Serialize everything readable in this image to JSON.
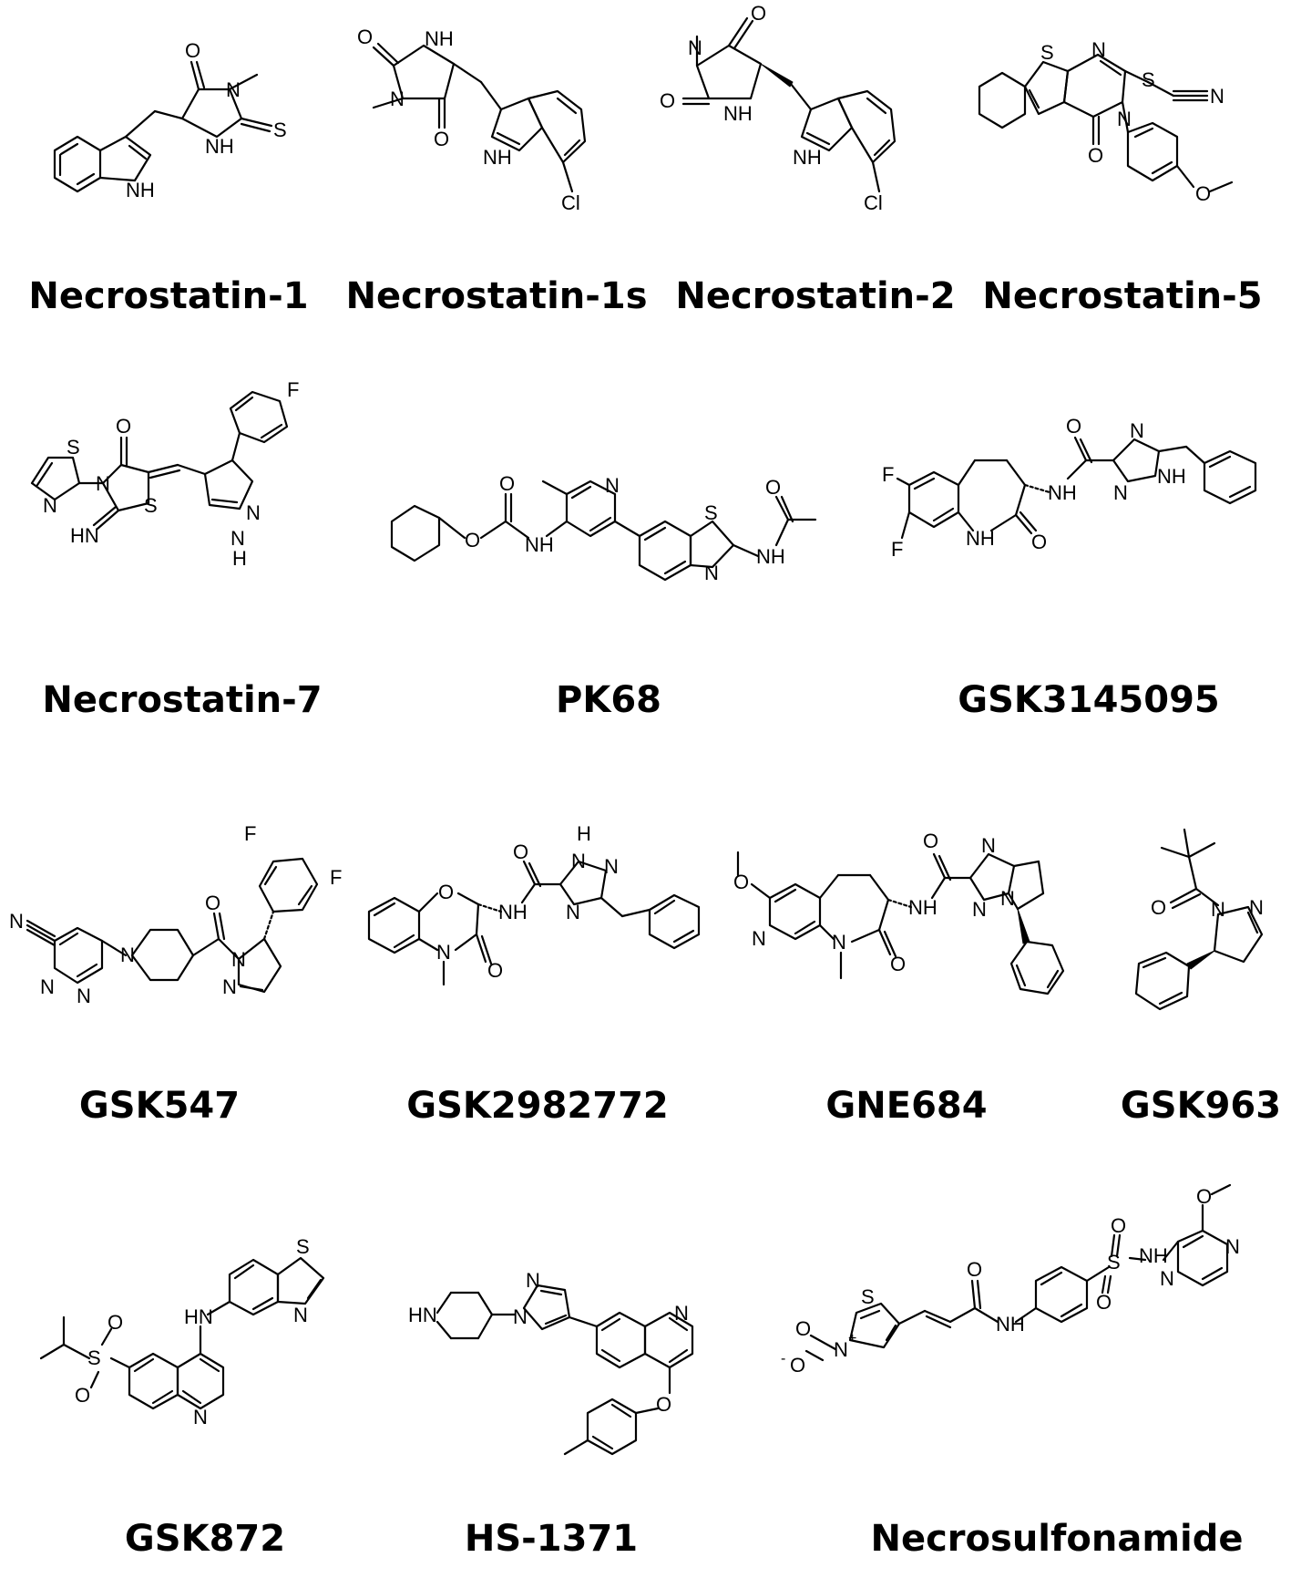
{
  "compounds": [
    {
      "name": "Necrostatin-1"
    },
    {
      "name": "Necrostatin-1s"
    },
    {
      "name": "Necrostatin-2"
    },
    {
      "name": "Necrostatin-5"
    },
    {
      "name": "Necrostatin-7"
    },
    {
      "name": "PK68"
    },
    {
      "name": "GSK3145095"
    },
    {
      "name": "GSK547"
    },
    {
      "name": "GSK2982772"
    },
    {
      "name": "GNE684"
    },
    {
      "name": "GSK963"
    },
    {
      "name": "GSK872"
    },
    {
      "name": "HS-1371"
    },
    {
      "name": "Necrosulfonamide"
    }
  ],
  "atoms": {
    "oxygen": "O",
    "nitrogen": "N",
    "sulfur": "S",
    "fluorine": "F",
    "chlorine": "Cl",
    "nh": "NH",
    "hn": "HN",
    "h": "H",
    "n_plus": "N",
    "charge_plus": "+",
    "o_minus": "O",
    "charge_minus": "-"
  }
}
